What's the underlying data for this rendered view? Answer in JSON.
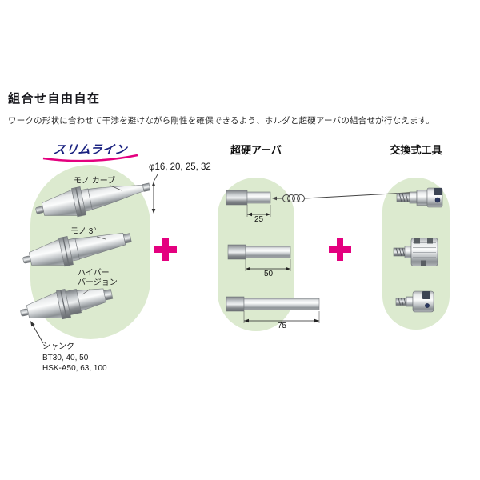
{
  "page": {
    "title": "組合せ自由自在",
    "description": "ワークの形状に合わせて干渉を避けながら剛性を確保できるよう、ホルダと超硬アーバの組合せが行なえます。"
  },
  "columns": {
    "slimline": {
      "header": "スリムライン",
      "holders": [
        {
          "label": "モノ カーブ"
        },
        {
          "label": "モノ 3°"
        },
        {
          "label": "ハイパー\nバージョン"
        }
      ],
      "shank_note": {
        "line1": "シャンク",
        "line2": "BT30, 40, 50",
        "line3": "HSK-A50, 63, 100"
      }
    },
    "arbor": {
      "header": "超硬アーバ",
      "diameters": "φ16, 20, 25, 32",
      "lengths": [
        "25",
        "50",
        "75"
      ]
    },
    "tools": {
      "header": "交換式工具"
    }
  },
  "icons": {
    "plus": "plus-cross"
  },
  "colors": {
    "accent_magenta": "#e4007f",
    "group_green": "#dceacf",
    "logo_blue": "#1a2280"
  }
}
